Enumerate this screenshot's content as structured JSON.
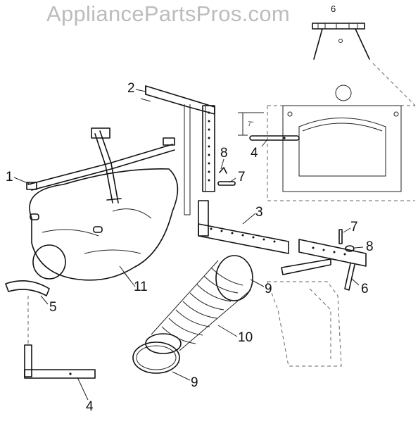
{
  "watermark": "AppliancePartsPros.com",
  "dimension_note": "7\"",
  "callouts": [
    "6",
    "2",
    "1",
    "8",
    "7",
    "4",
    "3",
    "7",
    "8",
    "9",
    "6",
    "11",
    "5",
    "10",
    "9",
    "4"
  ]
}
